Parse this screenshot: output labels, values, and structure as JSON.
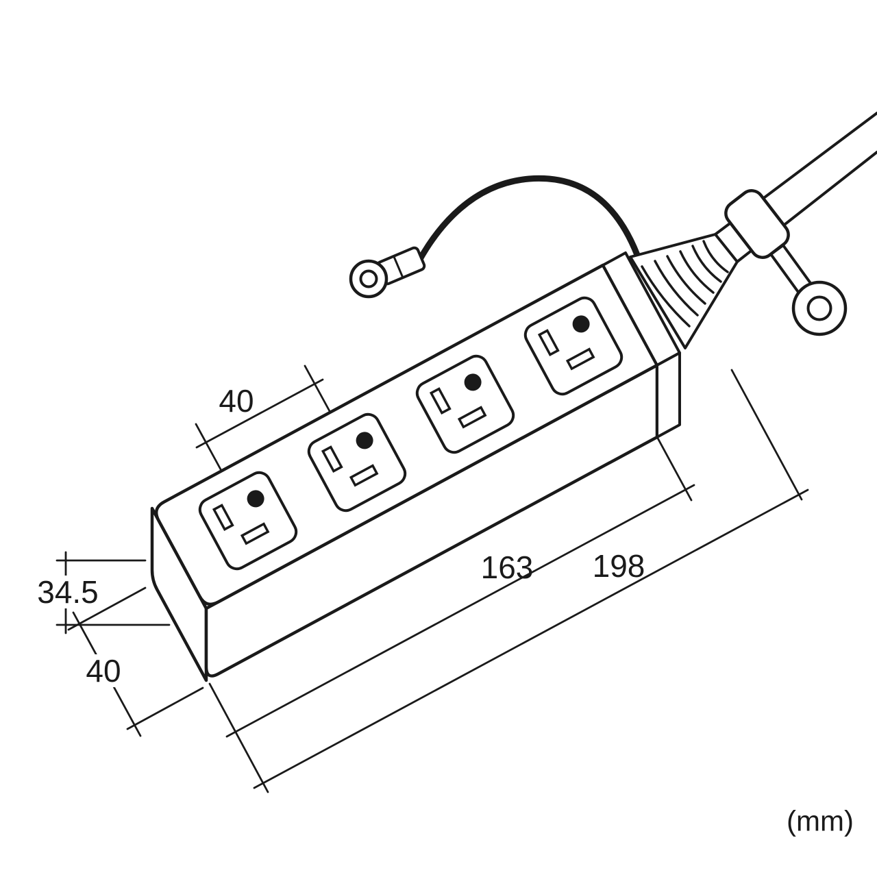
{
  "diagram": {
    "type": "technical-dimension-drawing",
    "subject": "power-strip-with-ground-wire",
    "outlet_count": 4,
    "labels": {
      "outlet_pitch": "40",
      "strip_height": "34.5",
      "strip_depth": "40",
      "body_length": "163",
      "overall_length": "198",
      "unit": "(mm)"
    },
    "colors": {
      "line": "#1a1a1a",
      "background": "#ffffff"
    }
  }
}
